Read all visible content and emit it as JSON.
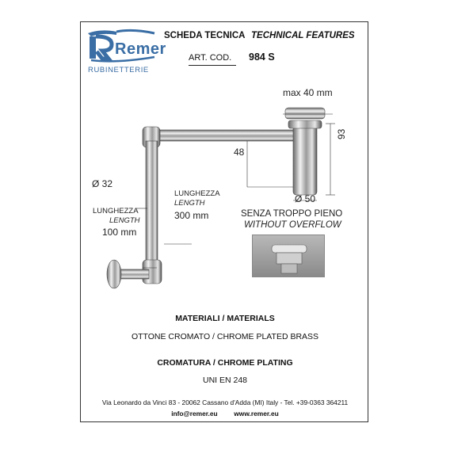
{
  "logo": {
    "brand": "Remer",
    "subtitle": "RUBINETTERIE",
    "color": "#3a6ea5"
  },
  "header": {
    "scheda": "SCHEDA TECNICA",
    "technical": "TECHNICAL FEATURES",
    "art_label": "ART. COD.",
    "art_code": "984 S"
  },
  "dimensions": {
    "max": "max 40 mm",
    "h93": "93",
    "d48": "48",
    "d32": "Ø 32",
    "d50": "Ø 50",
    "len1_it": "LUNGHEZZA",
    "len1_en": "LENGTH",
    "len1_val": "300 mm",
    "len2_it": "LUNGHEZZA",
    "len2_en": "LENGTH",
    "len2_val": "100 mm"
  },
  "overflow": {
    "it": "SENZA TROPPO PIENO",
    "en": "WITHOUT OVERFLOW"
  },
  "materials": {
    "title": "MATERIALI / MATERIALS",
    "value": "OTTONE CROMATO / CHROME PLATED BRASS"
  },
  "plating": {
    "title": "CROMATURA / CHROME PLATING",
    "value": "UNI EN 248"
  },
  "footer": {
    "address": "Via Leonardo da Vinci 83 - 20062 Cassano d'Adda (MI) Italy - Tel. +39-0363 364211",
    "email": "info@remer.eu",
    "web": "www.remer.eu"
  }
}
